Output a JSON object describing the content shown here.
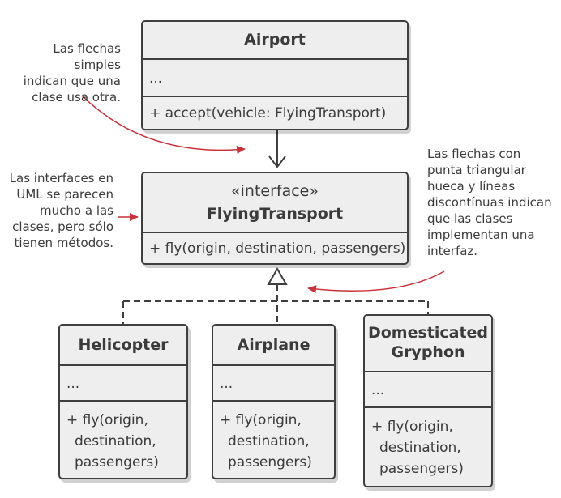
{
  "colors": {
    "box_fill": "#eeeeee",
    "box_border": "#3f3f3f",
    "text": "#3b3b3b",
    "note_arrow": "#c8323a"
  },
  "notes": {
    "simple_arrows": "Las flechas simples\nindican que una\nclase usa otra.",
    "interfaces": "Las interfaces en\nUML se parecen\nmucho a las\nclases, pero sólo\ntienen métodos.",
    "triangle_arrows": "Las flechas con\npunta triangular\nhueca y líneas\ndiscontínuas indican\nque las clases\nimplementan una\ninterfaz."
  },
  "classes": {
    "airport": {
      "name": "Airport",
      "fields": "...",
      "method": "+ accept(vehicle: FlyingTransport)"
    },
    "flying_transport": {
      "stereotype": "«interface»",
      "name": "FlyingTransport",
      "method": "+ fly(origin, destination, passengers)"
    },
    "helicopter": {
      "name": "Helicopter",
      "fields": "...",
      "method_lines": [
        "+ fly(origin,",
        "destination,",
        "passengers)"
      ]
    },
    "airplane": {
      "name": "Airplane",
      "fields": "...",
      "method_lines": [
        "+ fly(origin,",
        "destination,",
        "passengers)"
      ]
    },
    "gryphon": {
      "name_lines": [
        "Domesticated",
        "Gryphon"
      ],
      "fields": "...",
      "method_lines": [
        "+ fly(origin,",
        "destination,",
        "passengers)"
      ]
    }
  }
}
